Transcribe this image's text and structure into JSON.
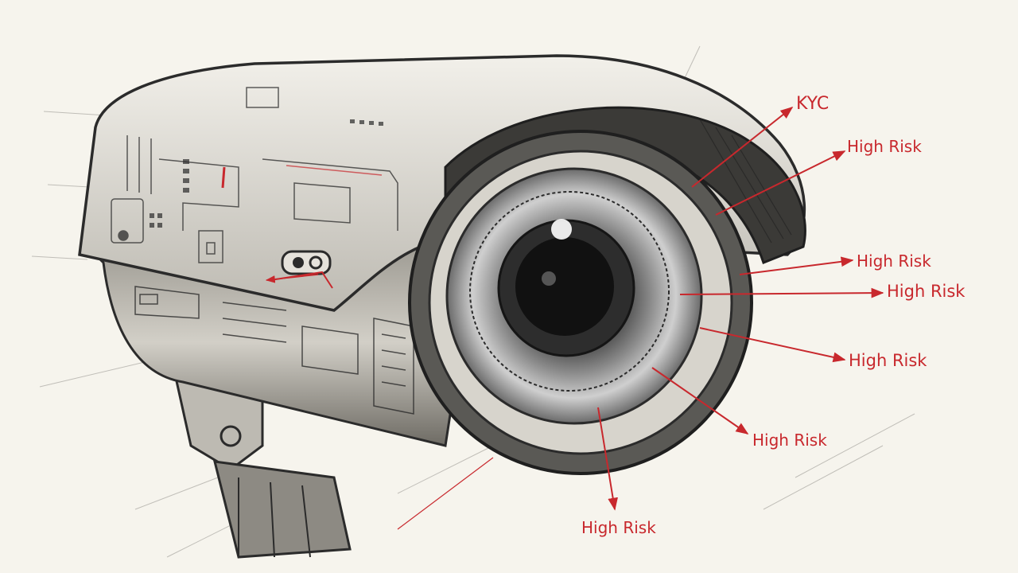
{
  "colors": {
    "paper": "#f6f4ed",
    "pencil": "#2b2b2b",
    "annotation_red": "#c8282d"
  },
  "annotations": [
    {
      "text": "KYC"
    },
    {
      "text": "High Risk"
    },
    {
      "text": "High Risk"
    },
    {
      "text": "High Risk"
    },
    {
      "text": "High Risk"
    },
    {
      "text": "High Risk"
    },
    {
      "text": "High Risk"
    }
  ]
}
